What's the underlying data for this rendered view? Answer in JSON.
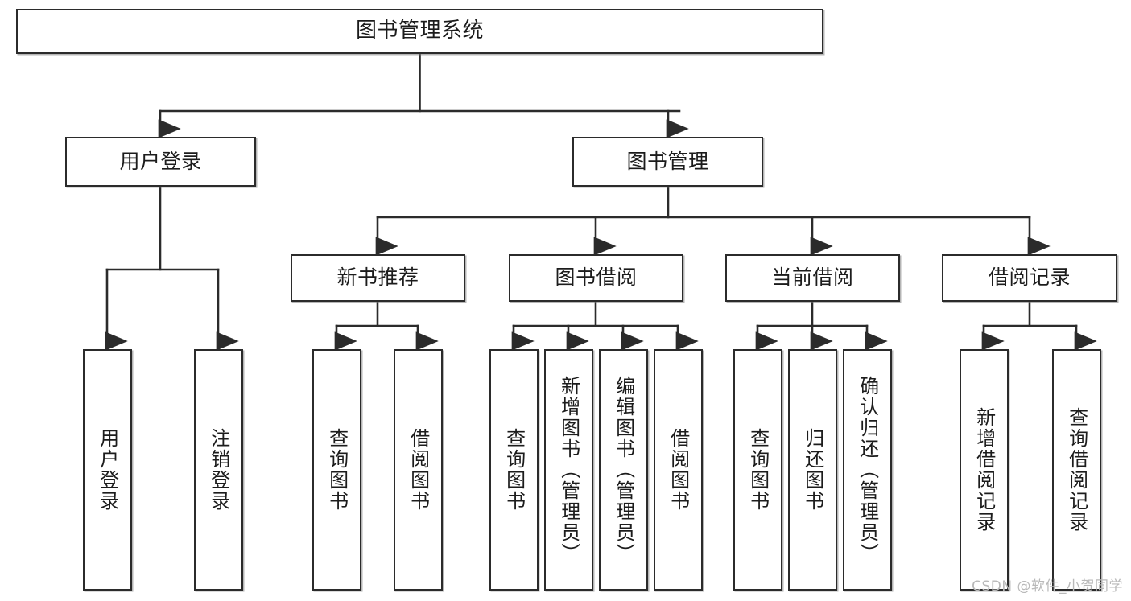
{
  "diagram": {
    "title": "图书管理系统",
    "watermark": "CSDN @软件_小贺同学",
    "edge_color": "#2b2b2b",
    "box_border_color": "#2b2b2b",
    "box_fill_color": "#ffffff",
    "text_color": "#1c1c1c",
    "watermark_color": "#b9b9b9"
  },
  "nodes": {
    "root": {
      "label": "图书管理系统"
    },
    "level2": [
      {
        "id": "user-login",
        "label": "用户登录"
      },
      {
        "id": "book-manage",
        "label": "图书管理"
      }
    ],
    "level3": [
      {
        "id": "new-book-recommend",
        "label": "新书推荐"
      },
      {
        "id": "book-borrow",
        "label": "图书借阅"
      },
      {
        "id": "current-borrow",
        "label": "当前借阅"
      },
      {
        "id": "borrow-record",
        "label": "借阅记录"
      }
    ],
    "leaves": {
      "user_login": [
        {
          "id": "leaf-user-login",
          "label": "用户登录"
        },
        {
          "id": "leaf-user-logout",
          "label": "注销登录"
        }
      ],
      "new_book_recommend": [
        {
          "id": "leaf-query-book-1",
          "label": "查询图书"
        },
        {
          "id": "leaf-borrow-book-1",
          "label": "借阅图书"
        }
      ],
      "book_borrow": [
        {
          "id": "leaf-query-book-2",
          "label": "查询图书"
        },
        {
          "id": "leaf-add-book",
          "label": "新增图书（管理员）"
        },
        {
          "id": "leaf-edit-book",
          "label": "编辑图书（管理员）"
        },
        {
          "id": "leaf-borrow-book-2",
          "label": "借阅图书"
        }
      ],
      "current_borrow": [
        {
          "id": "leaf-query-book-3",
          "label": "查询图书"
        },
        {
          "id": "leaf-return-book",
          "label": "归还图书"
        },
        {
          "id": "leaf-confirm-return",
          "label": "确认归还（管理员）"
        }
      ],
      "borrow_record": [
        {
          "id": "leaf-add-record",
          "label": "新增借阅记录"
        },
        {
          "id": "leaf-query-record",
          "label": "查询借阅记录"
        }
      ]
    }
  }
}
